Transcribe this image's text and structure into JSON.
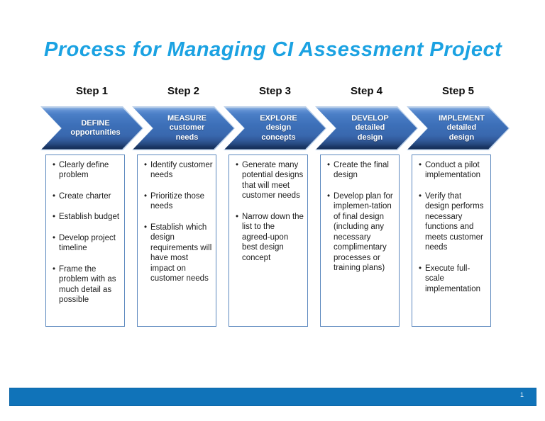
{
  "slide": {
    "title": "Process for Managing CI Assessment Project",
    "page_number": "1"
  },
  "colors": {
    "title_color": "#1ba2e2",
    "arrow_outline": "#b9cfe9",
    "arrow_top": "#5e8ed2",
    "arrow_mid": "#3d70b9",
    "arrow_bottom": "#142c52",
    "box_border": "#5c88be",
    "footer_bar": "#1073b9",
    "arrow_text": "#ffffff",
    "step_label_text": "#0d0d0d",
    "bullet_text": "#1d1d1d"
  },
  "steps": [
    {
      "label": "Step 1",
      "arrow_label": "DEFINE\nopportunities",
      "bullets": [
        "Clearly define problem",
        "Create charter",
        "Establish budget",
        "Develop project timeline",
        "Frame the problem with as much detail as possible"
      ]
    },
    {
      "label": "Step 2",
      "arrow_label": "MEASURE\ncustomer\nneeds",
      "bullets": [
        "Identify customer needs",
        "Prioritize those needs",
        "Establish which design requirements will have most impact on customer needs"
      ]
    },
    {
      "label": "Step 3",
      "arrow_label": "EXPLORE\ndesign\nconcepts",
      "bullets": [
        "Generate many potential designs that will meet customer needs",
        "Narrow down the list to the agreed-upon best design concept"
      ]
    },
    {
      "label": "Step 4",
      "arrow_label": "DEVELOP\ndetailed\ndesign",
      "bullets": [
        "Create the final design",
        "Develop plan for implemen-tation of final design (including any necessary complimentary processes or training plans)"
      ]
    },
    {
      "label": "Step 5",
      "arrow_label": "IMPLEMENT\ndetailed\ndesign",
      "bullets": [
        "Conduct a pilot implementation",
        "Verify that design performs necessary functions and meets customer needs",
        "Execute full-scale implementation"
      ]
    }
  ]
}
